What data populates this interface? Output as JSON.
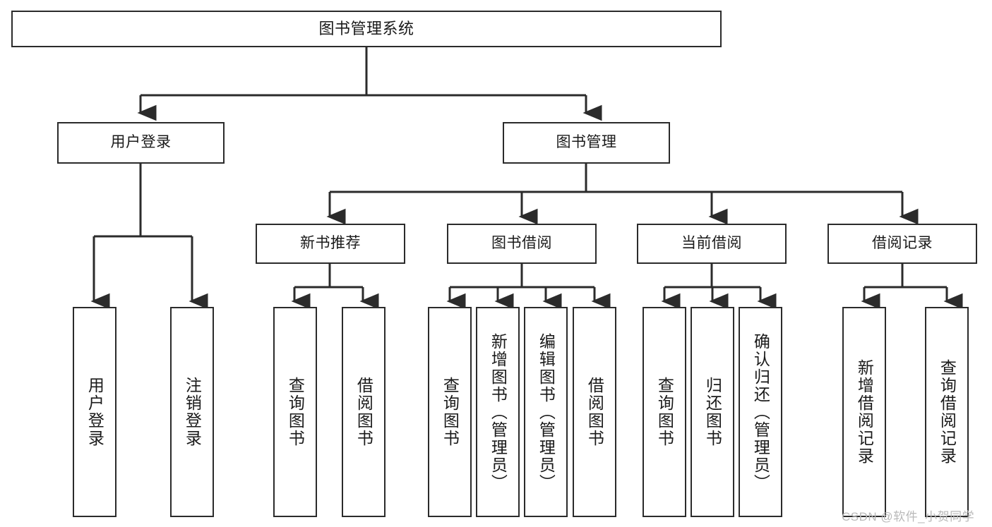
{
  "diagram": {
    "type": "tree",
    "title": "图书管理系统",
    "watermark": "CSDN @软件_小贺同学",
    "colors": {
      "background": "#ffffff",
      "node_border": "#2b2b2b",
      "node_fill": "#ffffff",
      "edge": "#2b2b2b",
      "text": "#1a1a1a",
      "watermark": "#b9b9b9"
    }
  },
  "nodes": {
    "root": {
      "label": "图书管理系统"
    },
    "level1": [
      {
        "label": "用户登录"
      },
      {
        "label": "图书管理"
      }
    ],
    "level2": [
      {
        "label": "新书推荐"
      },
      {
        "label": "图书借阅"
      },
      {
        "label": "当前借阅"
      },
      {
        "label": "借阅记录"
      }
    ],
    "leaves": {
      "user_login": [
        {
          "label": "用户登录"
        },
        {
          "label": "注销登录"
        }
      ],
      "new_book_recommend": [
        {
          "label": "查询图书"
        },
        {
          "label": "借阅图书"
        }
      ],
      "book_borrow": [
        {
          "label": "查询图书"
        },
        {
          "label": "新增图书（管理员）"
        },
        {
          "label": "编辑图书（管理员）"
        },
        {
          "label": "借阅图书"
        }
      ],
      "current_borrow": [
        {
          "label": "查询图书"
        },
        {
          "label": "归还图书"
        },
        {
          "label": "确认归还（管理员）"
        }
      ],
      "borrow_record": [
        {
          "label": "新增借阅记录"
        },
        {
          "label": "查询借阅记录"
        }
      ]
    }
  }
}
